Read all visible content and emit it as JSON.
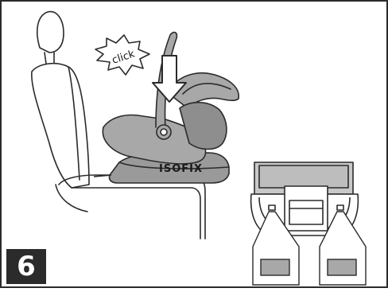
{
  "step": {
    "number": "6"
  },
  "callout": {
    "text": "click"
  },
  "base": {
    "brand": "ISOFIX"
  },
  "colors": {
    "line": "#2b2b2b",
    "seat_fill": "#a8a8a8",
    "seat_dark": "#7a7a7a",
    "background": "#ffffff"
  },
  "icons": [
    "car-seat-icon",
    "infant-carrier-icon",
    "isofix-base-icon",
    "down-arrow-icon",
    "click-burst-icon"
  ]
}
